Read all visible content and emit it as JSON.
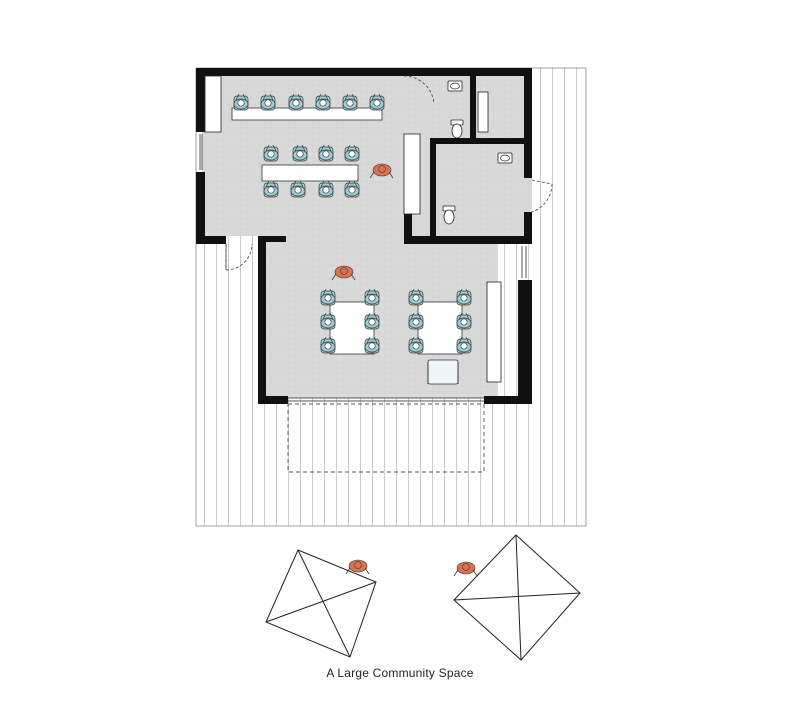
{
  "caption": "A Large Community Space",
  "colors": {
    "wall": "#111111",
    "floor": "#d9d9d9",
    "deck_line": "#b9b9b9",
    "chair": "#9ccfd8",
    "person_outline": "#3a3a3a",
    "staff": "#d9734f",
    "table": "#ffffff",
    "line": "#222222"
  },
  "elements": {
    "deck": "timber-deck",
    "canopy": "canopy-outline-dashed",
    "toilets": [
      "toilet-icon",
      "toilet-icon"
    ],
    "sinks": [
      "sink-icon",
      "sink-icon"
    ],
    "umbrellas": [
      "parasol-icon",
      "parasol-icon"
    ]
  }
}
